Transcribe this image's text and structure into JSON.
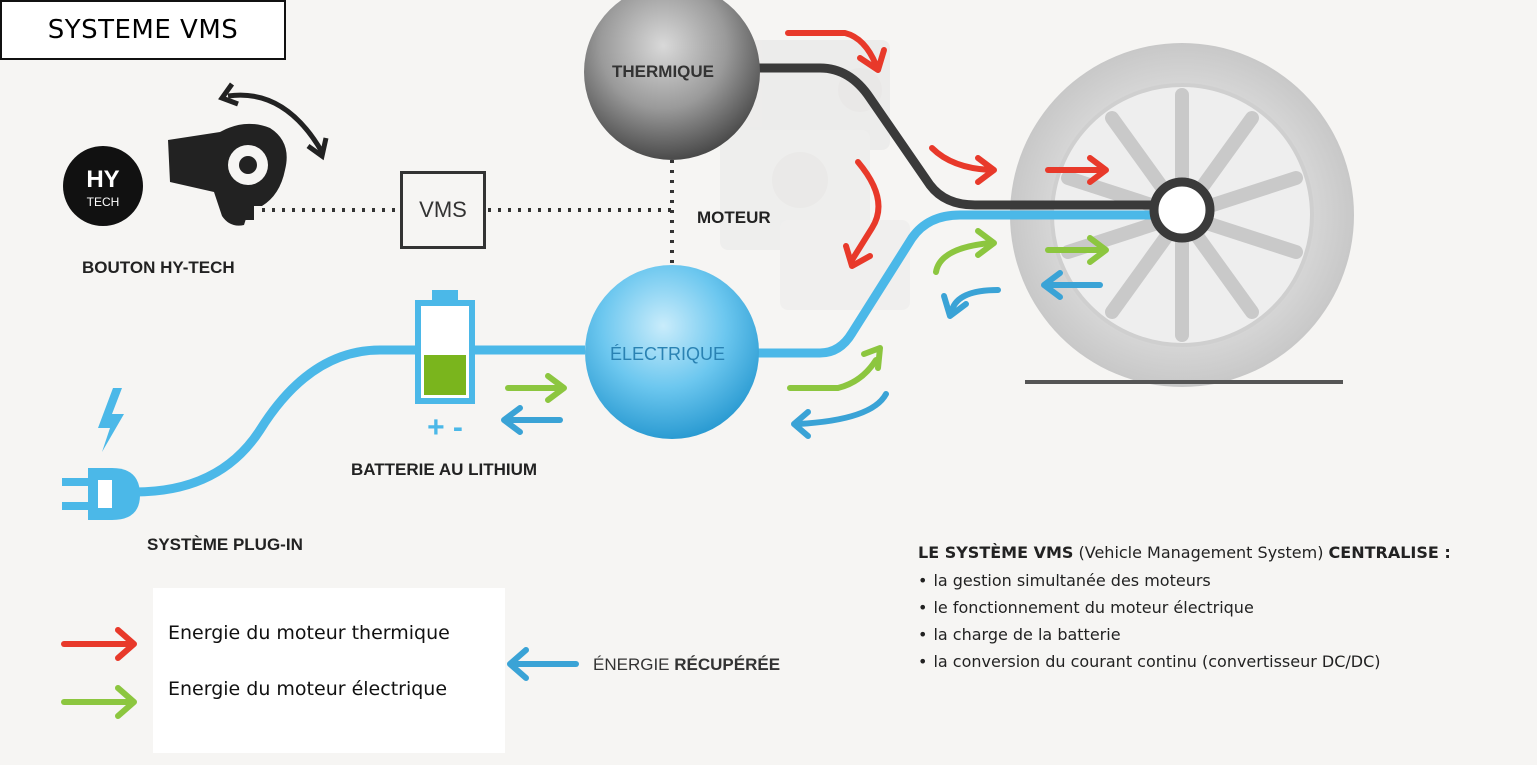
{
  "title": "SYSTEME VMS",
  "labels": {
    "hytech_logo_top": "HY",
    "hytech_logo_bottom": "TECH",
    "bouton": "BOUTON HY-TECH",
    "vms": "VMS",
    "moteur": "MOTEUR",
    "thermique": "THERMIQUE",
    "electrique": "ÉLECTRIQUE",
    "batterie": "BATTERIE AU LITHIUM",
    "plugin": "SYSTÈME PLUG-IN",
    "battery_terminals": "+ -"
  },
  "legend": {
    "thermique": "Energie du moteur thermique",
    "electrique": "Energie du moteur électrique",
    "recuperee_prefix": "ÉNERGIE ",
    "recuperee_bold": "RÉCUPÉRÉE"
  },
  "vms_info": {
    "heading_bold": "LE SYSTÈME VMS",
    "heading_normal": " (Vehicle Management System) ",
    "heading_bold_end": "CENTRALISE :",
    "bullets": [
      "la gestion simultanée des moteurs",
      "le fonctionnement du moteur électrique",
      "la charge de la batterie",
      "la conversion du courant continu (convertisseur DC/DC)"
    ]
  },
  "colors": {
    "thermique_arrow": "#e8392a",
    "electrique_arrow": "#8cc63f",
    "recuperee_arrow": "#3aa3d6",
    "cable_blue": "#4bb8e8",
    "cable_dark": "#3a3a3a",
    "battery_green": "#7ab51d"
  }
}
